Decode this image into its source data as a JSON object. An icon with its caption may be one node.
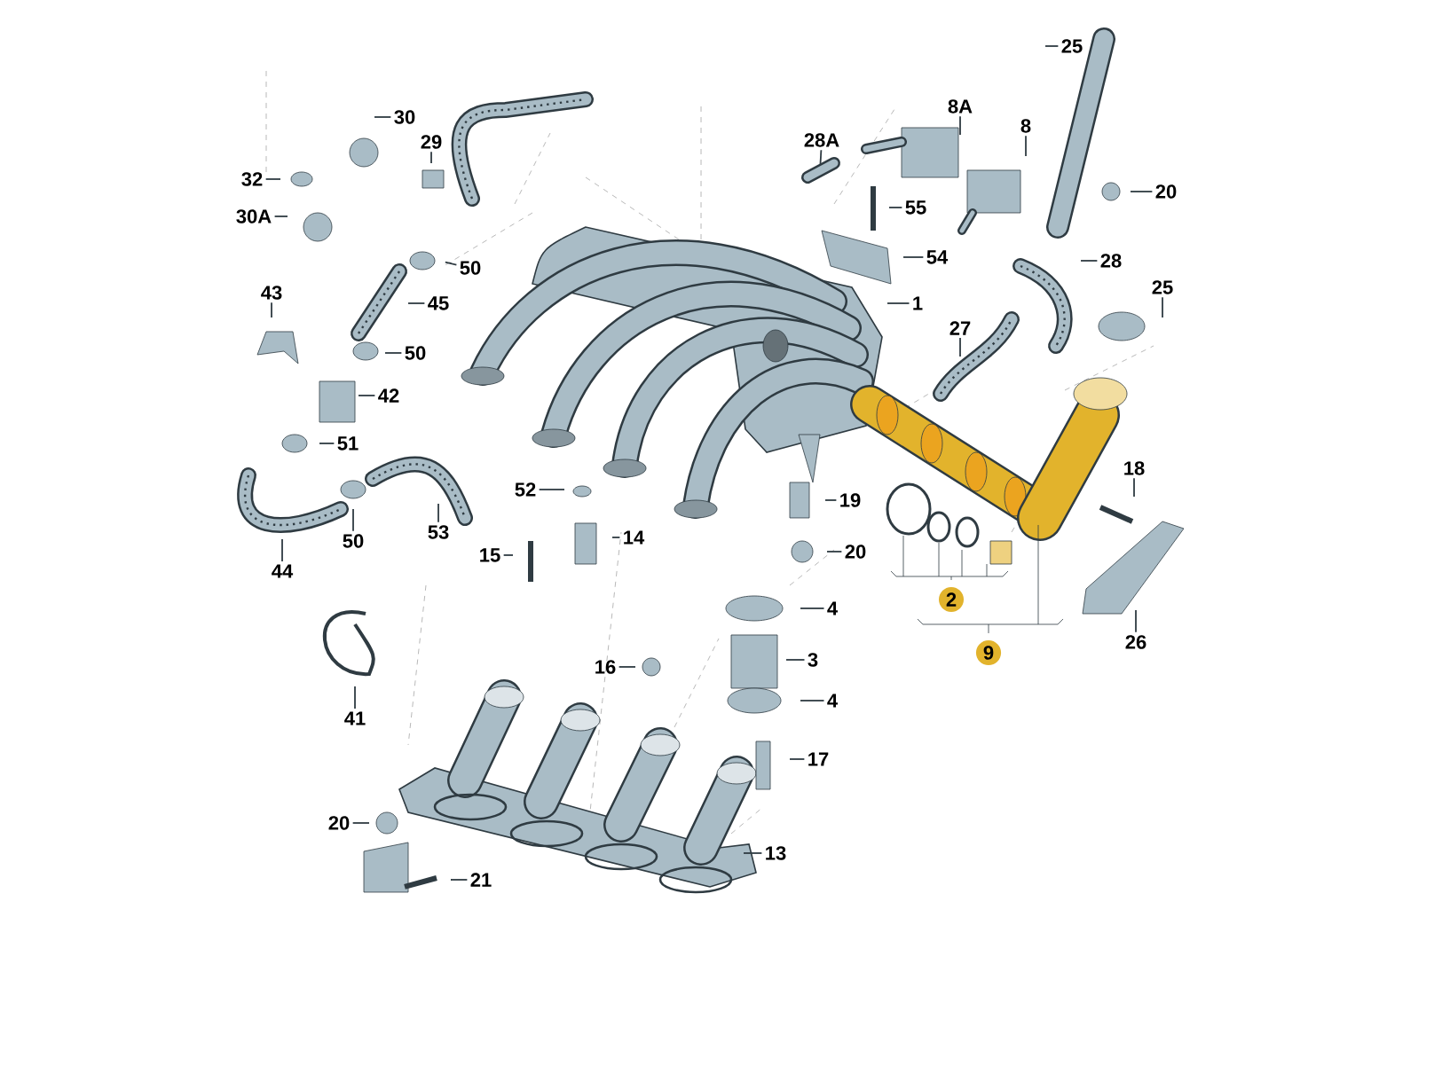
{
  "diagram": {
    "nodes": [
      {
        "text": [
          "25"
        ]
      },
      {
        "text": [
          "30"
        ]
      },
      {
        "text": [
          "8A"
        ]
      },
      {
        "text": [
          "8"
        ]
      },
      {
        "text": [
          "28A"
        ]
      },
      {
        "text": [
          "29"
        ]
      },
      {
        "text": [
          "32"
        ]
      },
      {
        "text": [
          "20"
        ]
      },
      {
        "text": [
          "55"
        ]
      },
      {
        "text": [
          "30A"
        ]
      },
      {
        "text": [
          "54"
        ]
      },
      {
        "text": [
          "28"
        ]
      },
      {
        "text": [
          "50"
        ]
      },
      {
        "text": [
          "25"
        ]
      },
      {
        "text": [
          "43"
        ]
      },
      {
        "text": [
          "45"
        ]
      },
      {
        "text": [
          "1"
        ]
      },
      {
        "text": [
          "27"
        ]
      },
      {
        "text": [
          "50"
        ]
      },
      {
        "text": [
          "42"
        ]
      },
      {
        "text": [
          "51"
        ]
      },
      {
        "text": [
          "18"
        ]
      },
      {
        "text": [
          "52"
        ]
      },
      {
        "text": [
          "19"
        ]
      },
      {
        "text": [
          "53"
        ]
      },
      {
        "text": [
          "50"
        ]
      },
      {
        "text": [
          "14"
        ]
      },
      {
        "text": [
          "20"
        ]
      },
      {
        "text": [
          "15"
        ]
      },
      {
        "text": [
          "44"
        ]
      },
      {
        "text": [
          "4"
        ]
      },
      {
        "text": [
          "2"
        ]
      },
      {
        "text": [
          "26"
        ]
      },
      {
        "text": [
          "9"
        ]
      },
      {
        "text": [
          "3"
        ]
      },
      {
        "text": [
          "16"
        ]
      },
      {
        "text": [
          "4"
        ]
      },
      {
        "text": [
          "41"
        ]
      },
      {
        "text": [
          "17"
        ]
      },
      {
        "text": [
          "20"
        ]
      },
      {
        "text": [
          "13"
        ]
      },
      {
        "text": [
          "21"
        ]
      }
    ],
    "edges": [
      {
        "from": 0,
        "to": null,
        "arrow": "none"
      },
      {
        "from": 1,
        "to": null,
        "arrow": "none"
      },
      {
        "from": 2,
        "to": null,
        "arrow": "none"
      },
      {
        "from": 3,
        "to": null,
        "arrow": "none"
      },
      {
        "from": 4,
        "to": null,
        "arrow": "none"
      },
      {
        "from": 5,
        "to": null,
        "arrow": "none"
      },
      {
        "from": 6,
        "to": null,
        "arrow": "none"
      },
      {
        "from": 7,
        "to": null,
        "arrow": "none"
      },
      {
        "from": 8,
        "to": null,
        "arrow": "none"
      },
      {
        "from": 9,
        "to": null,
        "arrow": "none"
      },
      {
        "from": 10,
        "to": null,
        "arrow": "none"
      },
      {
        "from": 11,
        "to": null,
        "arrow": "none"
      },
      {
        "from": 12,
        "to": null,
        "arrow": "none"
      },
      {
        "from": 13,
        "to": null,
        "arrow": "none"
      },
      {
        "from": 14,
        "to": null,
        "arrow": "none"
      },
      {
        "from": 15,
        "to": null,
        "arrow": "none"
      },
      {
        "from": 16,
        "to": null,
        "arrow": "none"
      },
      {
        "from": 17,
        "to": null,
        "arrow": "none"
      },
      {
        "from": 18,
        "to": null,
        "arrow": "none"
      },
      {
        "from": 19,
        "to": null,
        "arrow": "none"
      },
      {
        "from": 20,
        "to": null,
        "arrow": "none"
      },
      {
        "from": 21,
        "to": null,
        "arrow": "none"
      },
      {
        "from": 22,
        "to": null,
        "arrow": "none"
      },
      {
        "from": 23,
        "to": null,
        "arrow": "none"
      },
      {
        "from": 24,
        "to": null,
        "arrow": "none"
      },
      {
        "from": 25,
        "to": null,
        "arrow": "none"
      },
      {
        "from": 26,
        "to": null,
        "arrow": "none"
      },
      {
        "from": 27,
        "to": null,
        "arrow": "none"
      },
      {
        "from": 28,
        "to": null,
        "arrow": "none"
      },
      {
        "from": 29,
        "to": null,
        "arrow": "none"
      },
      {
        "from": 30,
        "to": null,
        "arrow": "none"
      },
      {
        "from": 32,
        "to": null,
        "arrow": "none"
      },
      {
        "from": 34,
        "to": null,
        "arrow": "none"
      },
      {
        "from": 35,
        "to": null,
        "arrow": "none"
      },
      {
        "from": 36,
        "to": null,
        "arrow": "none"
      },
      {
        "from": 37,
        "to": null,
        "arrow": "none"
      },
      {
        "from": 38,
        "to": null,
        "arrow": "none"
      },
      {
        "from": 39,
        "to": null,
        "arrow": "none"
      },
      {
        "from": 40,
        "to": null,
        "arrow": "none"
      },
      {
        "from": 41,
        "to": null,
        "arrow": "none"
      }
    ]
  }
}
